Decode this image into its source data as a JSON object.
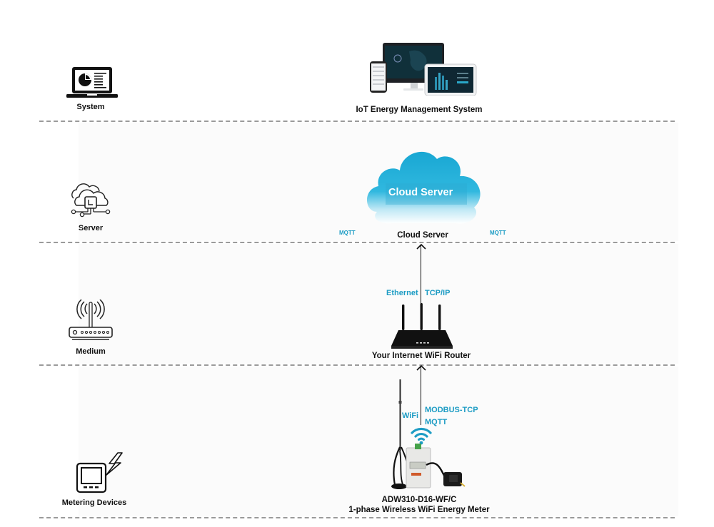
{
  "layers": [
    {
      "name": "System",
      "icon": "laptop-chart-icon"
    },
    {
      "name": "Server",
      "icon": "cloud-server-icon"
    },
    {
      "name": "Medium",
      "icon": "router-icon"
    },
    {
      "name": "Metering Devices",
      "icon": "meter-lightning-icon"
    }
  ],
  "system": {
    "caption": "IoT Energy Management System"
  },
  "server": {
    "cloud_text": "Cloud Server",
    "caption": "Cloud Server",
    "protocol_left": "MQTT",
    "protocol_right": "MQTT"
  },
  "medium": {
    "protocol_a": "Ethernet",
    "protocol_b": "TCP/IP",
    "caption": "Your Internet WiFi Router"
  },
  "device": {
    "link_label": "WiFi",
    "protocol_a": "MODBUS-TCP",
    "protocol_b": "MQTT",
    "model": "ADW310-D16-WF/C",
    "description": "1-phase Wireless WiFi Energy Meter"
  },
  "colors": {
    "accent": "#1d9cc4",
    "cloud": "#2bb3d9",
    "divider": "#9a9a9a",
    "text": "#111111"
  }
}
